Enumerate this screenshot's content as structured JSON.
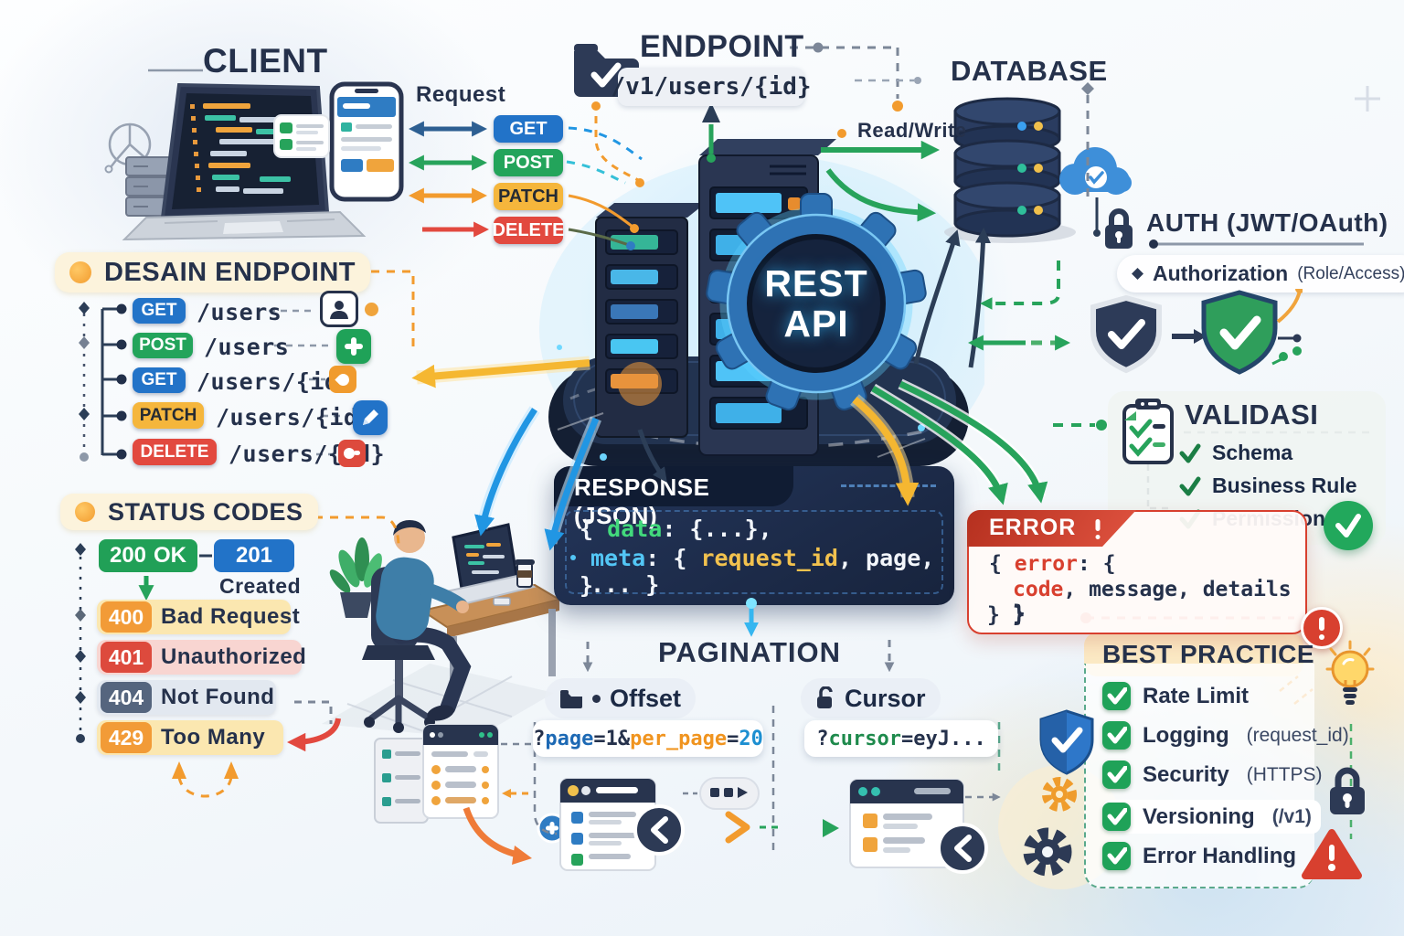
{
  "client": {
    "title": "CLIENT"
  },
  "request": {
    "label": "Request",
    "methods": [
      "GET",
      "POST",
      "PATCH",
      "DELETE"
    ]
  },
  "endpoint": {
    "title": "ENDPOINT",
    "path": "/v1/users/{id}"
  },
  "database": {
    "title": "DATABASE",
    "read_write": "Read/Write"
  },
  "auth": {
    "title": "AUTH (JWT/OAuth)",
    "item": "Authorization",
    "item_detail": "(Role/Access)"
  },
  "rest_api": {
    "line1": "REST",
    "line2": "API"
  },
  "desain_endpoint": {
    "title": "DESAIN ENDPOINT",
    "routes": [
      {
        "method": "GET",
        "path": "/users"
      },
      {
        "method": "POST",
        "path": "/users"
      },
      {
        "method": "GET",
        "path": "/users/{id}"
      },
      {
        "method": "PATCH",
        "path": "/users/{id}"
      },
      {
        "method": "DELETE",
        "path": "/users/{id}"
      }
    ]
  },
  "status_codes": {
    "title": "STATUS CODES",
    "items": [
      {
        "code": "200",
        "label": "OK"
      },
      {
        "code": "201",
        "label": "Created"
      },
      {
        "code": "400",
        "label": "Bad Request"
      },
      {
        "code": "401",
        "label": "Unauthorized"
      },
      {
        "code": "404",
        "label": "Not Found"
      },
      {
        "code": "429",
        "label": "Too Many"
      }
    ]
  },
  "response": {
    "title": "RESPONSE (JSON)",
    "l1a": "{ ",
    "l1b": "data",
    "l1c": ": {...},",
    "l2a": "meta",
    "l2b": ": { ",
    "l2c": "request_id",
    "l2d": ", page, ... }",
    "l3": "}"
  },
  "error": {
    "title": "ERROR",
    "l1a": "{ ",
    "l1b": "error",
    "l1c": ": {",
    "l2a": "code",
    "l2b": ", message, details }",
    "l3": "} }"
  },
  "validasi": {
    "title": "VALIDASI",
    "items": [
      "Schema",
      "Business Rule",
      "Permission"
    ]
  },
  "pagination": {
    "title": "PAGINATION",
    "offset": {
      "label": "Offset",
      "q1": "?",
      "q2": "page",
      "q3": "=1&",
      "q4": "per_page",
      "q5": "=",
      "q6": "20"
    },
    "cursor": {
      "label": "Cursor",
      "q1": "?",
      "q2": "cursor",
      "q3": "=eyJ..."
    }
  },
  "best_practice": {
    "title": "BEST PRACTICE",
    "items": [
      {
        "main": "Rate Limit",
        "detail": ""
      },
      {
        "main": "Logging",
        "detail": "(request_id)"
      },
      {
        "main": "Security",
        "detail": "(HTTPS)"
      },
      {
        "main": "Versioning",
        "detail": "(/v1)"
      },
      {
        "main": "Error Handling",
        "detail": ""
      }
    ]
  },
  "colors": {
    "get": "#2273c8",
    "post": "#23a45b",
    "patch": "#f5b63c",
    "delete": "#e2493f",
    "accent_orange": "#f29b2e",
    "navy": "#25314b",
    "green": "#27a35b",
    "red": "#d8402f",
    "cyan": "#35b6f0"
  }
}
